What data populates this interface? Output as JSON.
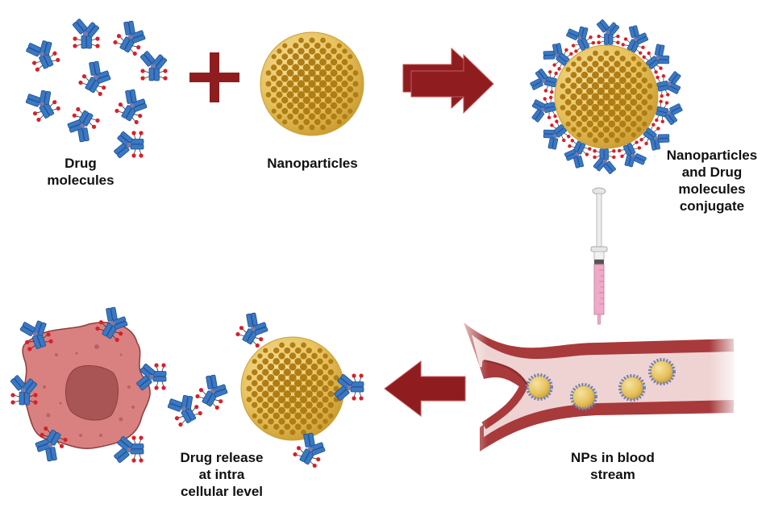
{
  "diagram": {
    "title": "Nanoparticle drug delivery workflow",
    "steps": [
      {
        "id": "drug-molecules",
        "label": "Drug\nmolecules"
      },
      {
        "id": "nanoparticles",
        "label": "Nanoparticles"
      },
      {
        "id": "conjugate",
        "label": "Nanoparticles\nand Drug\nmolecules\nconjugate"
      },
      {
        "id": "blood-stream",
        "label": "NPs in blood\nstream"
      },
      {
        "id": "drug-release",
        "label": "Drug release\nat intra\ncellular level"
      }
    ],
    "operators": {
      "plus": "+"
    },
    "colors": {
      "antibody_blue": "#3a78c4",
      "antibody_dark": "#1f4f8f",
      "drug_red": "#d6202a",
      "nanoparticle_fill": "#e7c25e",
      "nanoparticle_highlight": "#f3dc8f",
      "nanoparticle_dots": "#b07d14",
      "arrow_red": "#8f1d1f",
      "vessel_wall": "#a83a3c",
      "vessel_lumen": "#efd3d3",
      "cell_fill": "#d98080",
      "cell_nucleus": "#a95555",
      "syringe_liquid": "#f0a9c6"
    }
  }
}
